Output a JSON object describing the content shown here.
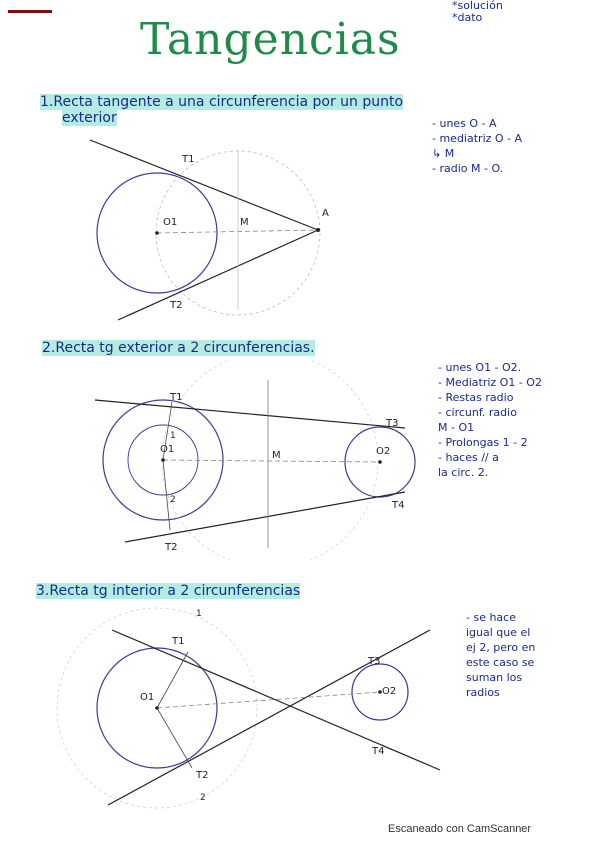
{
  "title": "Tangencias",
  "legend": [
    "*solución",
    "*dato"
  ],
  "sections": [
    {
      "title_line1": "1.Recta tangente a una circunferencia por un punto",
      "title_line2": "exterior",
      "notes": [
        "- unes O - A",
        "- mediatriz O - A",
        "  ↳ M",
        "- radio M - O."
      ],
      "labels": {
        "t1": "T1",
        "t2": "T2",
        "o": "O1",
        "m": "M",
        "a": "A"
      }
    },
    {
      "title": "2.Recta tg exterior a 2 circunferencias.",
      "notes": [
        "- unes O1 - O2.",
        "- Mediatriz O1 - O2",
        "- Restas radio",
        "- circunf. radio",
        "  M - O1",
        "- Prolongas 1 - 2",
        "- haces // a",
        "  la circ. 2."
      ],
      "labels": {
        "t1": "T1",
        "t2": "T2",
        "t3": "T3",
        "t4": "T4",
        "o1": "O1",
        "o2": "O2",
        "m": "M",
        "p1": "1",
        "p2": "2"
      }
    },
    {
      "title": "3.Recta tg interior a 2 circunferencias",
      "notes": [
        "- se hace",
        "igual que el",
        "ej 2, pero en",
        "este caso se",
        "suman los",
        "radios"
      ],
      "labels": {
        "t1": "T1",
        "t2": "T2",
        "t3": "T3",
        "t4": "T4",
        "o1": "O1",
        "o2": "O2",
        "p1": "1",
        "p2": "2"
      }
    }
  ],
  "footer": "Escaneado con CamScanner"
}
